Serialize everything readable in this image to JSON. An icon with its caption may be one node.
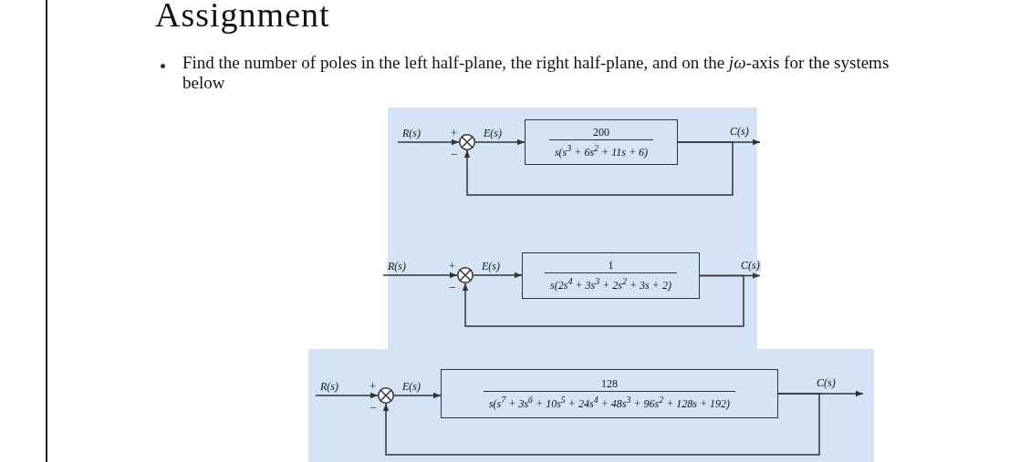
{
  "diagram": {
    "title": "Assignment",
    "nodes": [
      {
        "text": [],
        "shape": "circle",
        "beside": [
          "+",
          "−"
        ]
      },
      {
        "text": [
          "200",
          "s(s$^{3}$ + 6s$^{2}$ + 11s + 6)"
        ]
      },
      {
        "text": [],
        "shape": "circle",
        "beside": [
          "+",
          "−"
        ]
      },
      {
        "text": [
          "1",
          "s(2s$^{4}$ + 3s$^{3}$ + 2s$^{2}$ + 3s + 2)"
        ]
      },
      {
        "text": [],
        "shape": "circle",
        "beside": [
          "+",
          "−"
        ]
      },
      {
        "text": [
          "128",
          "s(s$^{7}$ + 3s$^{6}$ + 10s$^{5}$ + 24s$^{4}$ + 48s$^{3}$ + 96s$^{2}$ + 128s + 192)"
        ]
      }
    ],
    "edges": [
      {
        "from": null,
        "to": 0,
        "arrow": "to",
        "label": "R(s)"
      },
      {
        "from": 0,
        "to": 1,
        "arrow": "to",
        "label": "E(s)"
      },
      {
        "from": 1,
        "to": null,
        "arrow": "to",
        "label": "C(s)"
      },
      {
        "from": 1,
        "to": 0,
        "arrow": "to"
      },
      {
        "from": null,
        "to": 2,
        "arrow": "to",
        "label": "R(s)"
      },
      {
        "from": 2,
        "to": 3,
        "arrow": "to",
        "label": "E(s)"
      },
      {
        "from": 3,
        "to": null,
        "arrow": "to",
        "label": "C(s)"
      },
      {
        "from": 3,
        "to": 2,
        "arrow": "to"
      },
      {
        "from": null,
        "to": 4,
        "arrow": "to",
        "label": "R(s)"
      },
      {
        "from": 4,
        "to": 5,
        "arrow": "to",
        "label": "E(s)"
      },
      {
        "from": 5,
        "to": null,
        "arrow": "to",
        "label": "C(s)"
      },
      {
        "from": 5,
        "to": 4,
        "arrow": "to"
      }
    ],
    "labels": [
      "Find the number of poles in the left half-plane, the right half-plane, and on the *jω*-axis for the systems below"
    ]
  }
}
